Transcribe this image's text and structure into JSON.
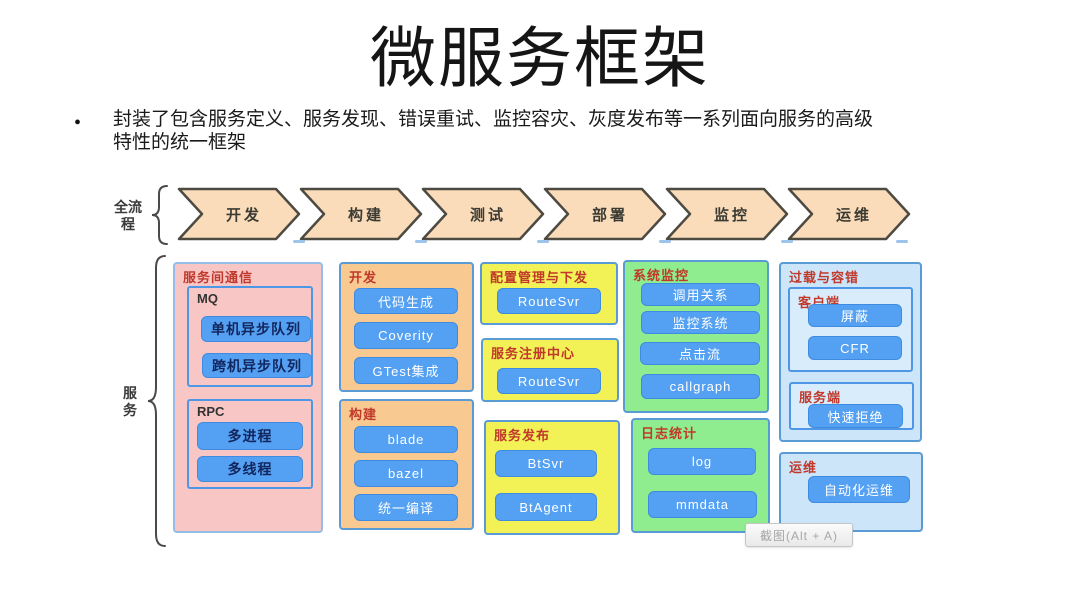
{
  "title": "微服务框架",
  "bullet": {
    "marker": "•",
    "line1": "封装了包含服务定义、服务发现、错误重试、监控容灾、灰度发布等一系列面向服务的高级",
    "line2": "特性的统一框架"
  },
  "flow": {
    "label": "全流程",
    "steps": [
      "开发",
      "构建",
      "测试",
      "部署",
      "监控",
      "运维"
    ]
  },
  "services": {
    "label": "服务",
    "comm": {
      "title": "服务间通信",
      "mq": {
        "title": "MQ",
        "items": [
          "单机异步队列",
          "跨机异步队列"
        ]
      },
      "rpc": {
        "title": "RPC",
        "items": [
          "多进程",
          "多线程"
        ]
      }
    },
    "dev": {
      "title": "开发",
      "items": [
        "代码生成",
        "Coverity",
        "GTest集成"
      ]
    },
    "build": {
      "title": "构建",
      "items": [
        "blade",
        "bazel",
        "统一编译"
      ]
    },
    "config": {
      "title": "配置管理与下发",
      "items": [
        "RouteSvr"
      ]
    },
    "registry": {
      "title": "服务注册中心",
      "items": [
        "RouteSvr"
      ]
    },
    "release": {
      "title": "服务发布",
      "items": [
        "BtSvr",
        "BtAgent"
      ]
    },
    "monitor": {
      "title": "系统监控",
      "items": [
        "调用关系",
        "监控系统",
        "点击流",
        "callgraph"
      ]
    },
    "logstat": {
      "title": "日志统计",
      "items": [
        "log",
        "mmdata"
      ]
    },
    "overload": {
      "title": "过载与容错",
      "client": {
        "title": "客户端",
        "items": [
          "屏蔽",
          "CFR"
        ]
      },
      "server": {
        "title": "服务端",
        "items": [
          "快速拒绝"
        ]
      }
    },
    "ops": {
      "title": "运维",
      "items": [
        "自动化运维"
      ]
    }
  },
  "tooltip": "截图(Alt + A)",
  "colors": {
    "arrow_fill": "#FBDCBA",
    "arrow_stroke": "#4D4A42",
    "pink_bg": "#F9C6C6",
    "pink_border": "#93BEE8",
    "orange_bg": "#F8C990",
    "yellow_bg": "#F2F256",
    "green_bg": "#8FEC8F",
    "lightblue_bg": "#CCE5F9",
    "lightblue_sub_bg": "#D9ECFC",
    "box_border_blue": "#5B9BD5",
    "sub_border_blue": "#4E97E6",
    "button_bg": "#54A0F2",
    "button_border": "#3E8BE0",
    "button_text_light": "#FFFFFF",
    "button_text_dark": "#12265E",
    "group_title_red": "#C0392B"
  }
}
